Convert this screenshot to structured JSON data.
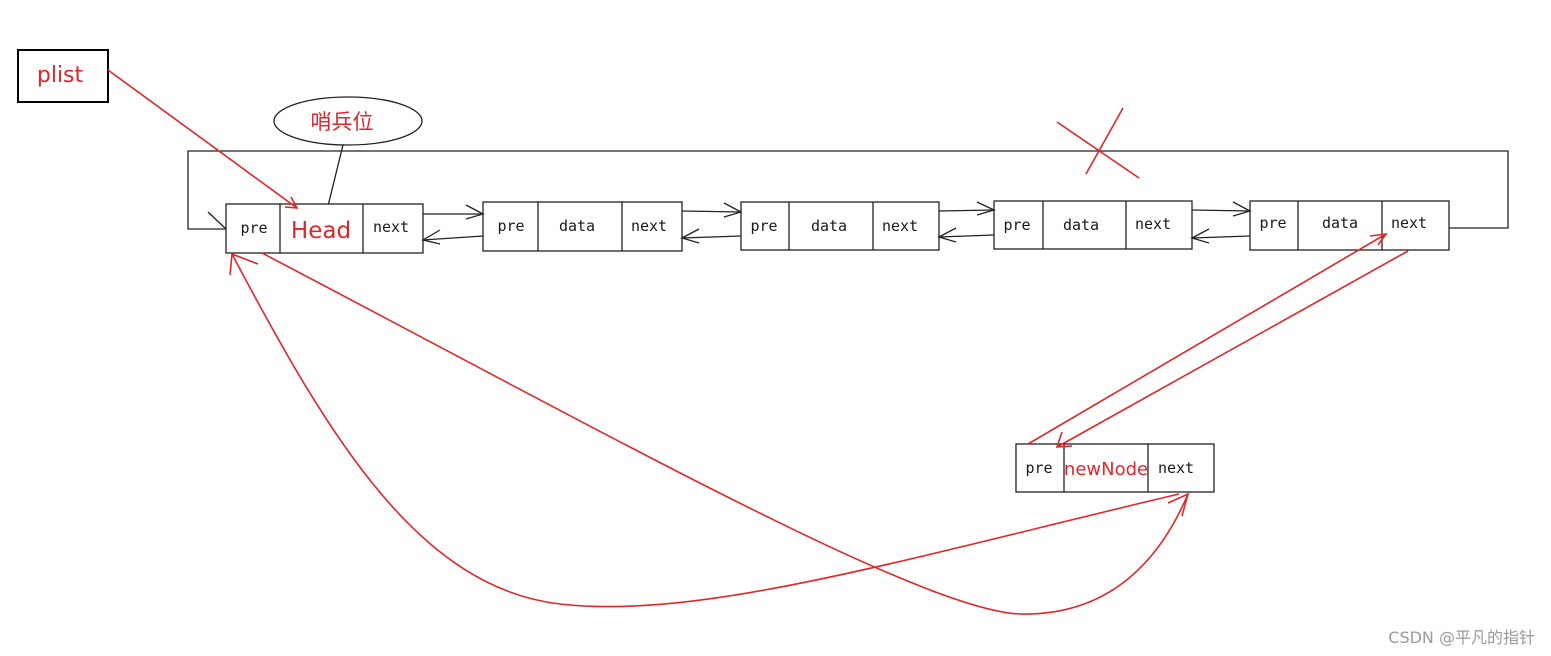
{
  "labels": {
    "plist": "plist",
    "sentinel": "哨兵位",
    "watermark": "CSDN @平凡的指针"
  },
  "nodes": [
    {
      "id": "head",
      "pre": "pre",
      "center": "Head",
      "next": "next"
    },
    {
      "id": "node-1",
      "pre": "pre",
      "center": "data",
      "next": "next"
    },
    {
      "id": "node-2",
      "pre": "pre",
      "center": "data",
      "next": "next"
    },
    {
      "id": "node-3",
      "pre": "pre",
      "center": "data",
      "next": "next"
    },
    {
      "id": "node-4",
      "pre": "pre",
      "center": "data",
      "next": "next"
    }
  ],
  "new_node": {
    "pre": "pre",
    "center": "newNode",
    "next": "next"
  },
  "colors": {
    "ink": "#1a1a1a",
    "accent": "#e0262a",
    "watermark": "#9a9a9a"
  }
}
